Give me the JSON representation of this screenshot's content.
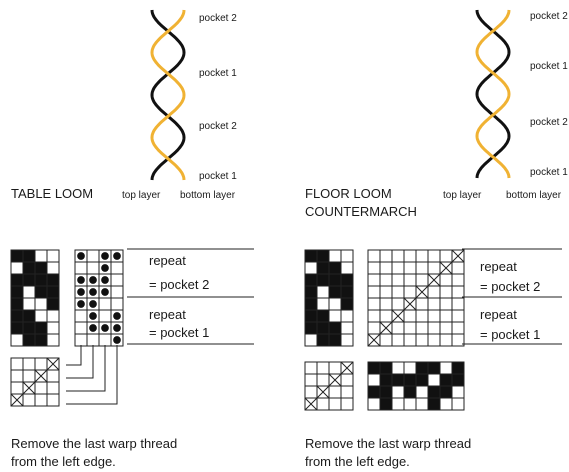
{
  "colors": {
    "warp_a": "#f0b233",
    "warp_b": "#111111",
    "grid": "#222222",
    "fill": "#111111",
    "background": "#ffffff"
  },
  "left": {
    "pocket_labels": [
      "pocket 2",
      "pocket 1",
      "pocket 2",
      "pocket 1"
    ],
    "title": "TABLE LOOM",
    "layer_top": "top layer",
    "layer_bottom": "bottom layer",
    "repeat_top": [
      "repeat",
      "= pocket 2"
    ],
    "repeat_bottom": [
      "repeat",
      "= pocket 1"
    ],
    "note": [
      "Remove the last warp thread",
      "from the left edge."
    ],
    "pattern": [
      [
        1,
        1,
        0,
        0
      ],
      [
        0,
        1,
        1,
        0
      ],
      [
        1,
        1,
        1,
        1
      ],
      [
        1,
        0,
        1,
        1
      ],
      [
        1,
        0,
        0,
        1
      ],
      [
        1,
        1,
        0,
        0
      ],
      [
        1,
        1,
        1,
        0
      ],
      [
        0,
        1,
        1,
        0
      ]
    ],
    "lift": [
      [
        1,
        0,
        1,
        1
      ],
      [
        0,
        0,
        1,
        0
      ],
      [
        1,
        1,
        1,
        0
      ],
      [
        1,
        1,
        1,
        0
      ],
      [
        1,
        1,
        0,
        0
      ],
      [
        0,
        1,
        0,
        1
      ],
      [
        0,
        1,
        1,
        1
      ],
      [
        0,
        0,
        0,
        1
      ]
    ]
  },
  "right": {
    "pocket_labels": [
      "pocket 2",
      "pocket 1",
      "pocket 2",
      "pocket 1"
    ],
    "title": [
      "FLOOR LOOM",
      "COUNTERMARCH"
    ],
    "layer_top": "top layer",
    "layer_bottom": "bottom layer",
    "repeat_top": [
      "repeat",
      "= pocket 2"
    ],
    "repeat_bottom": [
      "repeat",
      "= pocket 1"
    ],
    "note": [
      "Remove the last warp thread",
      "from the left edge."
    ],
    "pattern": [
      [
        1,
        1,
        0,
        0
      ],
      [
        0,
        1,
        1,
        0
      ],
      [
        1,
        1,
        1,
        1
      ],
      [
        1,
        0,
        1,
        1
      ],
      [
        1,
        0,
        0,
        1
      ],
      [
        1,
        1,
        0,
        0
      ],
      [
        1,
        1,
        1,
        0
      ],
      [
        0,
        1,
        1,
        0
      ]
    ],
    "treadling": [
      [
        1,
        1,
        0,
        0,
        1,
        1,
        0,
        1
      ],
      [
        0,
        1,
        1,
        1,
        1,
        0,
        1,
        1
      ],
      [
        1,
        1,
        0,
        1,
        0,
        1,
        1,
        0
      ],
      [
        0,
        1,
        0,
        0,
        0,
        1,
        0,
        0
      ]
    ]
  }
}
